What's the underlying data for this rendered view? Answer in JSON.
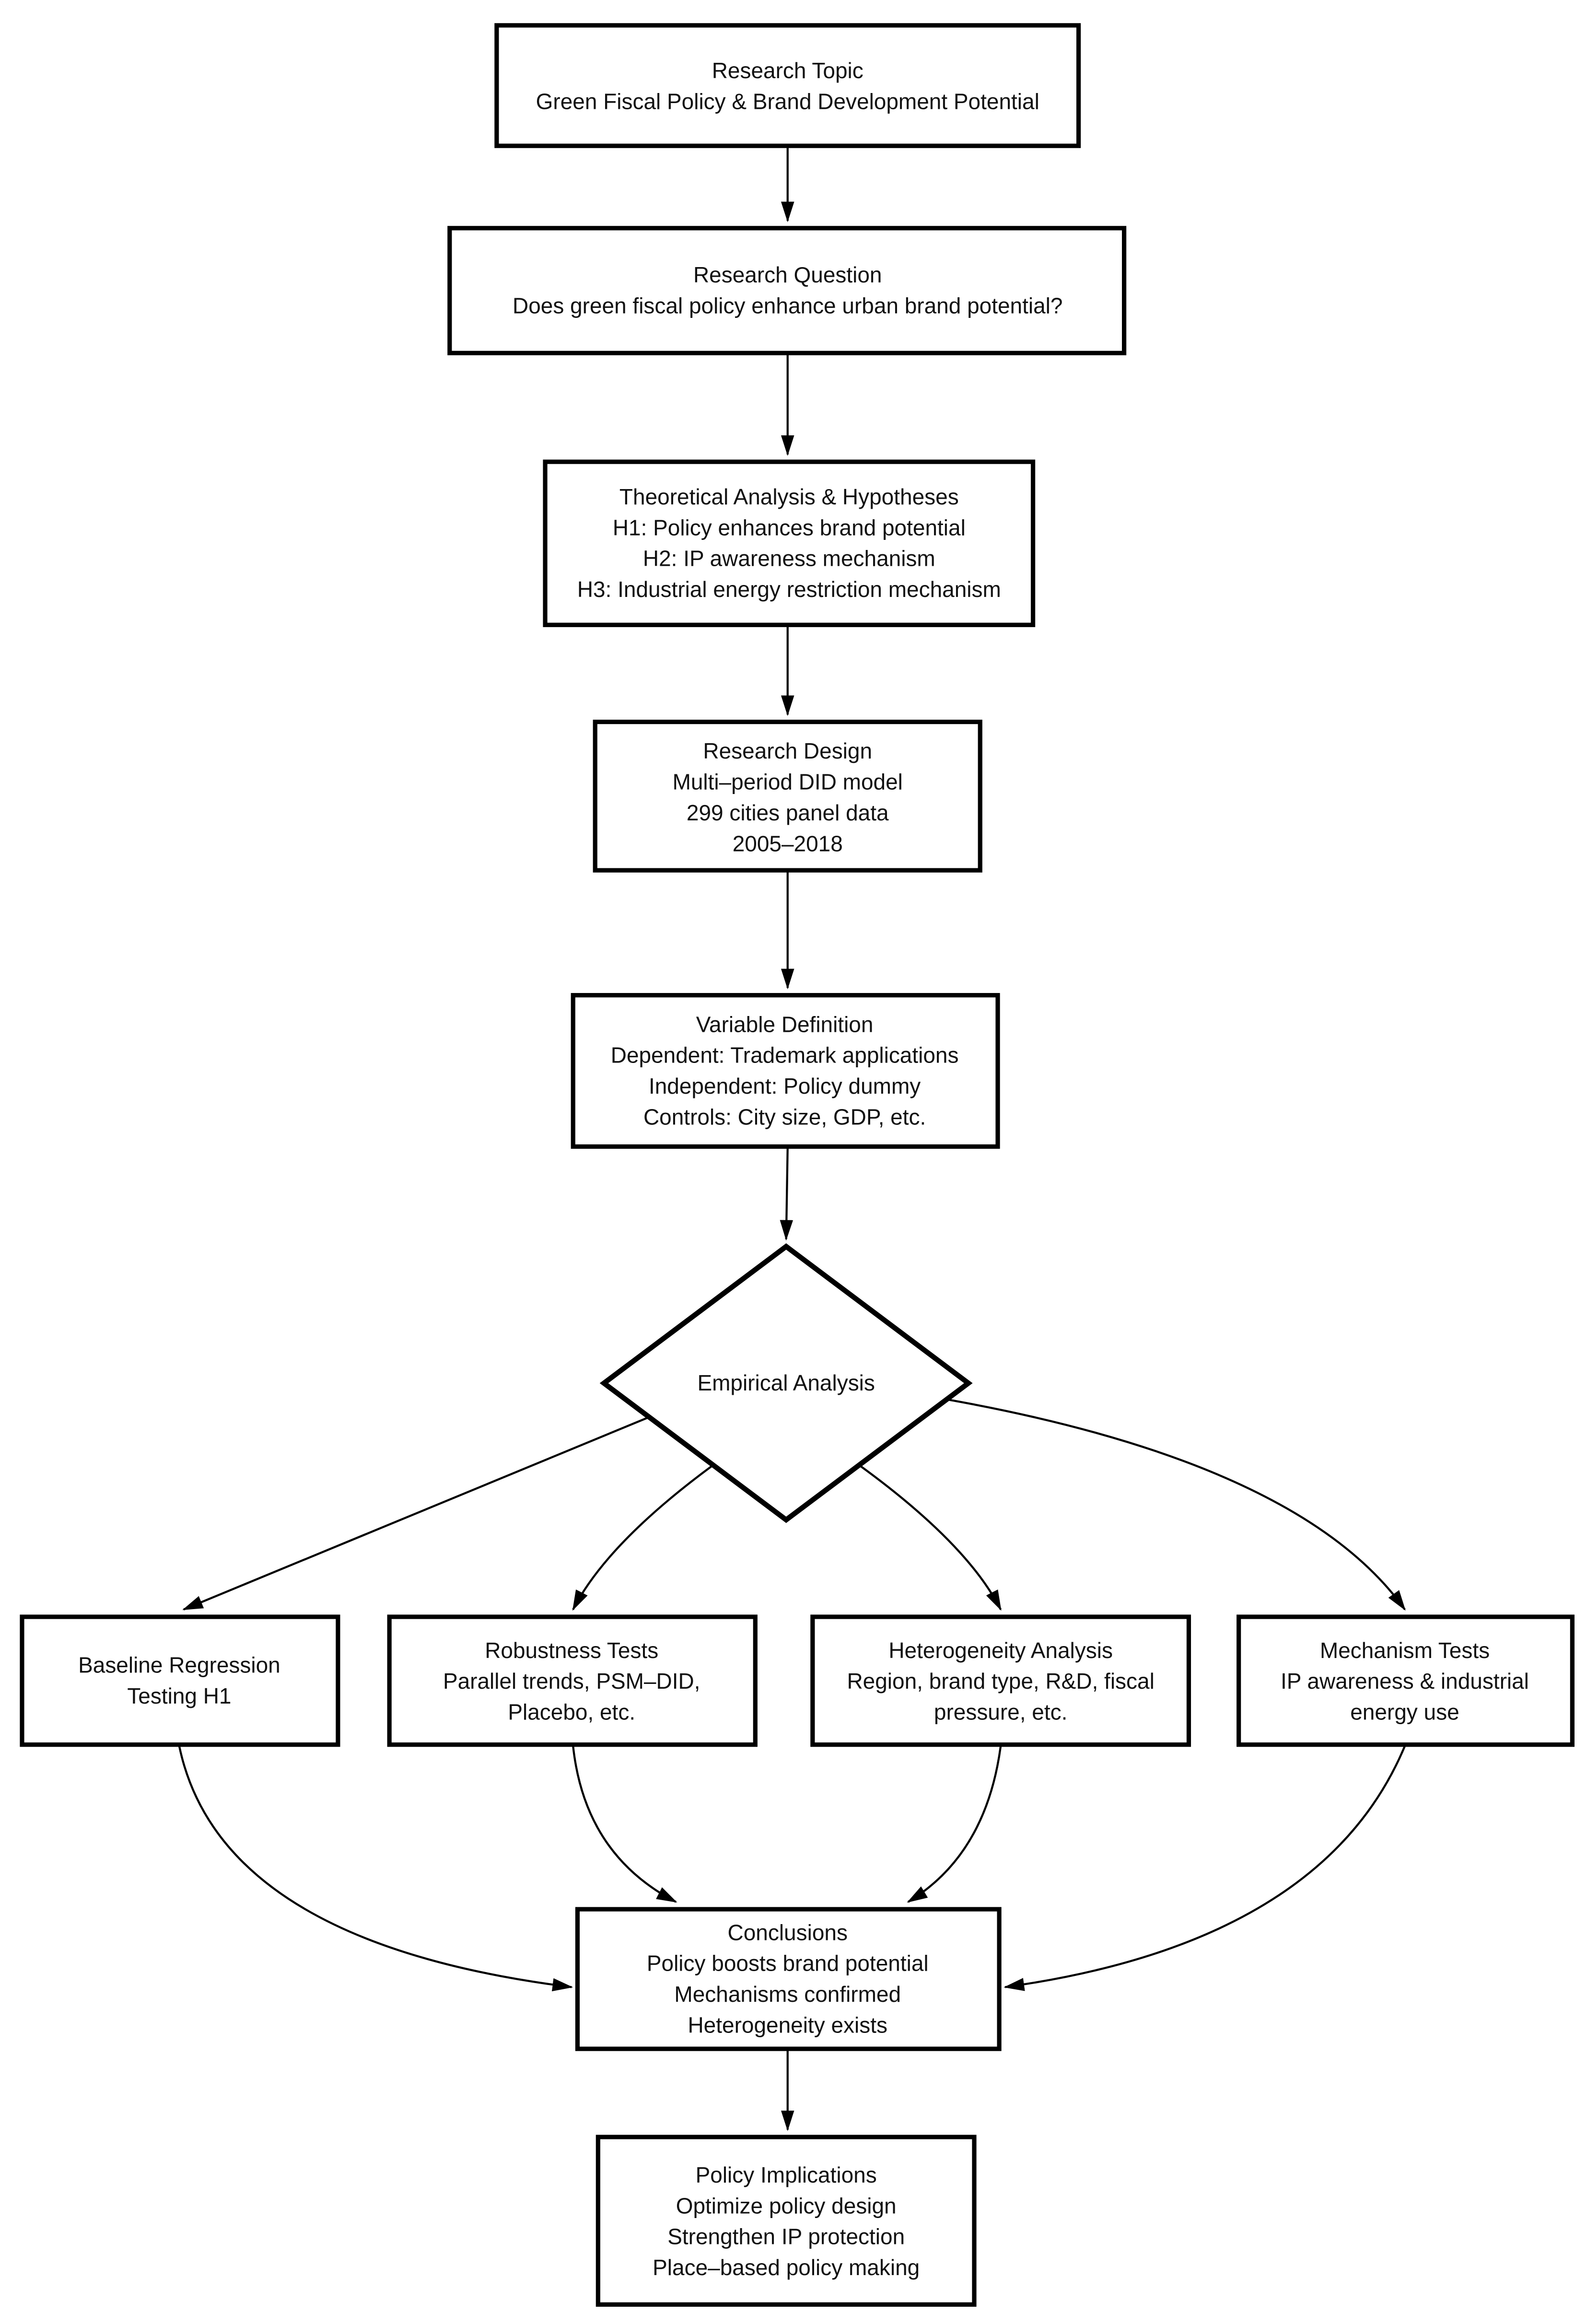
{
  "figure": {
    "type": "flowchart",
    "background": "#ffffff",
    "node_fill": "#ffffff",
    "node_stroke": "#000000",
    "text_color": "#111111"
  },
  "nodes": {
    "research_topic": {
      "shape": "rect",
      "lines": [
        "Research Topic",
        "Green Fiscal Policy & Brand Development Potential"
      ]
    },
    "research_question": {
      "shape": "rect",
      "lines": [
        "Research Question",
        "Does green fiscal policy enhance urban brand potential?"
      ]
    },
    "theoretical": {
      "shape": "rect",
      "lines": [
        "Theoretical Analysis & Hypotheses",
        "H1: Policy enhances brand potential",
        "H2: IP awareness mechanism",
        "H3: Industrial energy restriction mechanism"
      ]
    },
    "research_design": {
      "shape": "rect",
      "lines": [
        "Research Design",
        "Multi–period DID model",
        "299 cities panel data",
        "2005–2018"
      ]
    },
    "variable_definition": {
      "shape": "rect",
      "lines": [
        "Variable Definition",
        "Dependent: Trademark applications",
        "Independent: Policy dummy",
        "Controls: City size, GDP, etc."
      ]
    },
    "empirical_analysis": {
      "shape": "diamond",
      "lines": [
        "Empirical Analysis"
      ]
    },
    "baseline_regression": {
      "shape": "rect",
      "lines": [
        "Baseline Regression",
        "Testing H1"
      ]
    },
    "robustness_tests": {
      "shape": "rect",
      "lines": [
        "Robustness Tests",
        "Parallel trends, PSM–DID,",
        "Placebo, etc."
      ]
    },
    "heterogeneity_analysis": {
      "shape": "rect",
      "lines": [
        "Heterogeneity Analysis",
        "Region, brand type, R&D, fiscal",
        "pressure, etc."
      ]
    },
    "mechanism_tests": {
      "shape": "rect",
      "lines": [
        "Mechanism Tests",
        "IP awareness & industrial",
        "energy use"
      ]
    },
    "conclusions": {
      "shape": "rect",
      "lines": [
        "Conclusions",
        "Policy boosts brand potential",
        "Mechanisms confirmed",
        "Heterogeneity exists"
      ]
    },
    "policy_implications": {
      "shape": "rect",
      "lines": [
        "Policy Implications",
        "Optimize policy design",
        "Strengthen IP protection",
        "Place–based policy making"
      ]
    }
  },
  "edges": [
    {
      "from": "research_topic",
      "to": "research_question"
    },
    {
      "from": "research_question",
      "to": "theoretical"
    },
    {
      "from": "theoretical",
      "to": "research_design"
    },
    {
      "from": "research_design",
      "to": "variable_definition"
    },
    {
      "from": "variable_definition",
      "to": "empirical_analysis"
    },
    {
      "from": "empirical_analysis",
      "to": "baseline_regression"
    },
    {
      "from": "empirical_analysis",
      "to": "robustness_tests"
    },
    {
      "from": "empirical_analysis",
      "to": "heterogeneity_analysis"
    },
    {
      "from": "empirical_analysis",
      "to": "mechanism_tests"
    },
    {
      "from": "baseline_regression",
      "to": "conclusions"
    },
    {
      "from": "robustness_tests",
      "to": "conclusions"
    },
    {
      "from": "heterogeneity_analysis",
      "to": "conclusions"
    },
    {
      "from": "mechanism_tests",
      "to": "conclusions"
    },
    {
      "from": "conclusions",
      "to": "policy_implications"
    }
  ]
}
